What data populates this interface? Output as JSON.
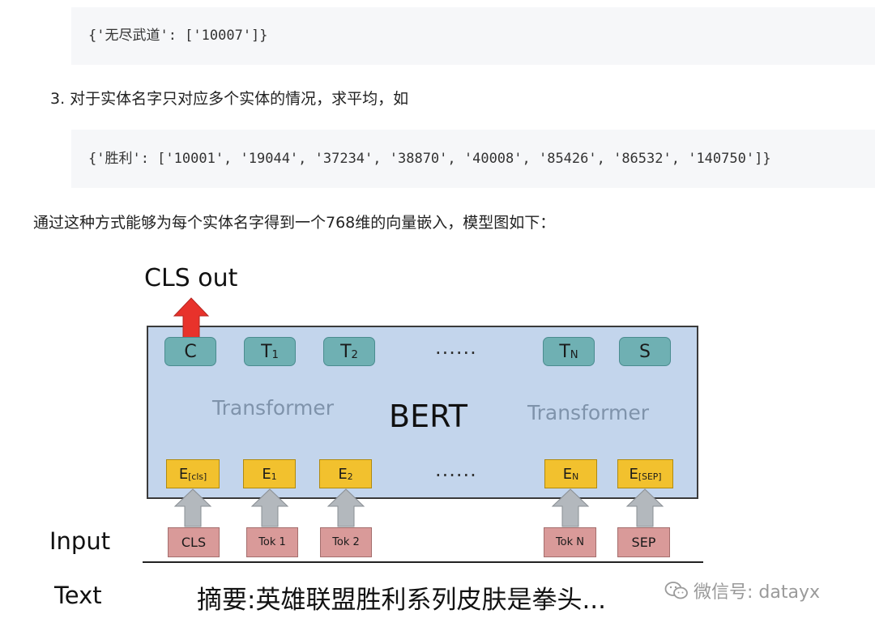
{
  "code_block_1": {
    "text": "{'无尽武道': ['10007']}"
  },
  "list_item_3": {
    "text": "3. 对于实体名字只对应多个实体的情况，求平均，如"
  },
  "code_block_2": {
    "text": "{'胜利': ['10001', '19044', '37234', '38870', '40008', '85426', '86532', '140750']}"
  },
  "paragraph": {
    "text": "通过这种方式能够为每个实体名字得到一个768维的向量嵌入，模型图如下："
  },
  "diagram": {
    "cls_out_label": "CLS out",
    "bert_label": "BERT",
    "transformer_left": "Transformer",
    "transformer_right": "Transformer",
    "dots": "......",
    "top_tokens": [
      {
        "main": "C",
        "sub": ""
      },
      {
        "main": "T",
        "sub": "1"
      },
      {
        "main": "T",
        "sub": "2"
      },
      {
        "main": "T",
        "sub": "N"
      },
      {
        "main": "S",
        "sub": ""
      }
    ],
    "embeddings": [
      {
        "main": "E",
        "sub": "[cls]"
      },
      {
        "main": "E",
        "sub": "1"
      },
      {
        "main": "E",
        "sub": "2"
      },
      {
        "main": "E",
        "sub": "N"
      },
      {
        "main": "E",
        "sub": "[SEP]"
      }
    ],
    "inputs": [
      "CLS",
      "Tok 1",
      "Tok 2",
      "Tok N",
      "SEP"
    ],
    "input_label": "Input",
    "text_label": "Text",
    "text_sentence": "摘要:英雄联盟胜利系列皮肤是拳头..."
  },
  "watermark": {
    "text": "微信号: datayx",
    "icon": "wechat-icon"
  },
  "colors": {
    "bert_box": "#c3d5ec",
    "token_box": "#6fb0b3",
    "embedding_box": "#f2c12e",
    "input_box": "#d99a99",
    "cls_arrow": "#e8322b",
    "up_arrow": "#b3b8bd"
  }
}
